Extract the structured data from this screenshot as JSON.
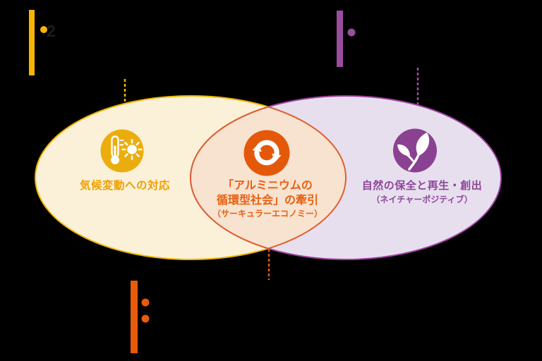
{
  "colors": {
    "background": "#000000",
    "yellow_accent": "#F7B503",
    "cream_fill": "#FBF1D9",
    "gold_stroke": "#F0B400",
    "gold_icon_bg": "#EBAD0E",
    "gold_text": "#EFA000",
    "orange_accent": "#EA5A0B",
    "orange_icon_bg": "#E4580A",
    "orange_lens_stroke": "#DE5F2E",
    "orange_text": "#E8600F",
    "overlap_fill": "#F8E2D0",
    "purple_accent": "#9A4D9E",
    "lavender_fill": "#E7DFEE",
    "purple_stroke": "#9C3FA0",
    "purple_icon_bg": "#8B4191",
    "purple_text": "#8E4699",
    "faint_remnant": "#1C1C1C",
    "icon_glyph": "#FFFFFF"
  },
  "venn": {
    "left": {
      "label": "気候変動への対応",
      "icon": "thermometer-sun-icon"
    },
    "center": {
      "label_line1": "「アルミニウムの",
      "label_line2": "循環型社会」の牽引",
      "sublabel": "（サーキュラーエコノミー）",
      "icon": "circular-arrows-icon"
    },
    "right": {
      "label": "自然の保全と再生・創出",
      "sublabel": "（ネイチャーポジティブ）",
      "icon": "sprout-leaves-icon"
    }
  },
  "annotations": {
    "top_left_faint_text": "2"
  }
}
